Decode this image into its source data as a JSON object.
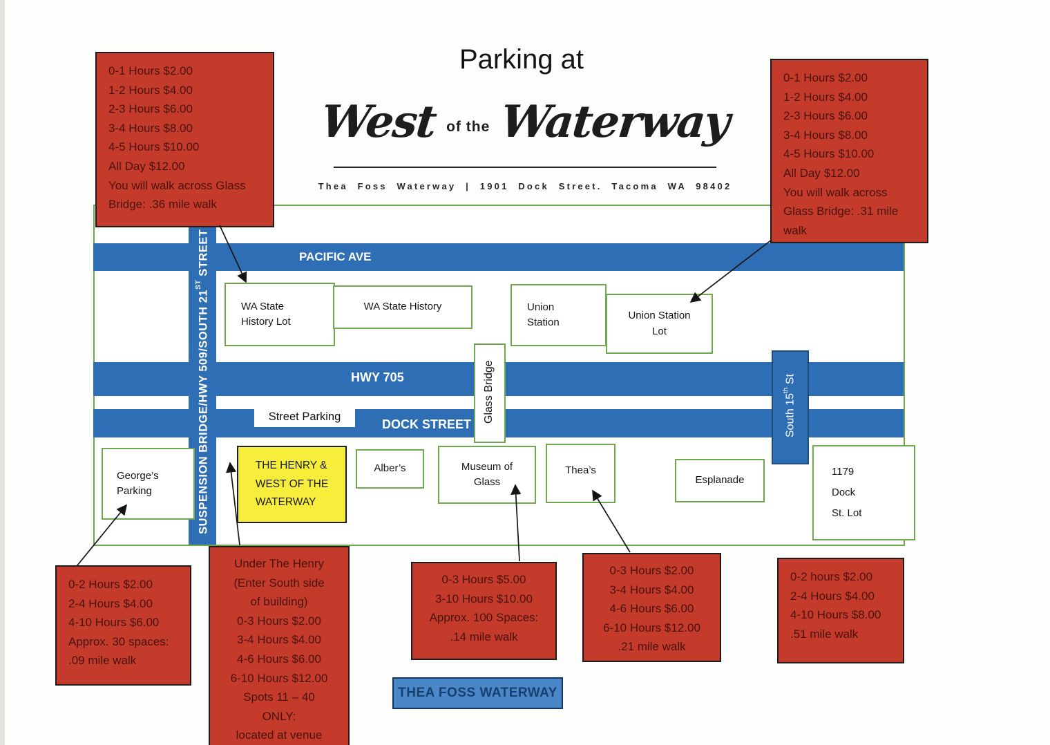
{
  "header": {
    "title": "Parking at",
    "logo": {
      "west": "West",
      "of_the": "of the",
      "waterway": "Waterway"
    },
    "tagline": "Thea Foss Waterway | 1901 Dock Street. Tacoma WA 98402"
  },
  "streets": {
    "pacific_ave": "PACIFIC AVE",
    "hwy_705": "HWY 705",
    "dock_street": "DOCK STREET",
    "street_parking": "Street Parking",
    "suspension": {
      "pre": "SUSPENSION BRIDGE/HWY 509/SOUTH 21",
      "sup": "ST",
      "post": " STREET"
    },
    "south_15th": {
      "pre": "South 15",
      "sup": "th",
      "post": " St"
    },
    "glass_bridge": "Glass Bridge",
    "thea_foss_waterway": "THEA FOSS WATERWAY"
  },
  "venues": {
    "wa_state_history_lot": [
      "WA State",
      "History Lot"
    ],
    "wa_state_history": [
      "WA State History"
    ],
    "union_station": [
      "Union",
      "Station"
    ],
    "union_station_lot": [
      "Union Station",
      "Lot"
    ],
    "georges_parking": [
      "George’s",
      "Parking"
    ],
    "the_henry": [
      "THE HENRY &",
      "WEST OF THE",
      "WATERWAY"
    ],
    "albers": [
      "Alber’s"
    ],
    "museum_of_glass": [
      "Museum of",
      "Glass"
    ],
    "theas": [
      "Thea’s"
    ],
    "esplanade": [
      "Esplanade"
    ],
    "dock_st_lot_1179": [
      "1179",
      "Dock",
      "St. Lot"
    ]
  },
  "price_boxes": {
    "wa_state_history_lot": [
      "0-1 Hours $2.00",
      "1-2 Hours $4.00",
      "2-3 Hours $6.00",
      "3-4 Hours $8.00",
      "4-5 Hours $10.00",
      "All Day $12.00",
      "You will walk across Glass",
      "Bridge:  .36 mile walk"
    ],
    "union_station_lot": [
      "0-1 Hours $2.00",
      "1-2 Hours $4.00",
      "2-3 Hours $6.00",
      "3-4 Hours $8.00",
      "4-5 Hours $10.00",
      "All Day $12.00",
      "You will walk across",
      "Glass Bridge: .31 mile",
      "walk"
    ],
    "georges_parking": [
      "0-2 Hours $2.00",
      "2-4 Hours $4.00",
      "4-10 Hours $6.00",
      "Approx. 30 spaces:",
      ".09 mile walk"
    ],
    "under_the_henry": [
      "Under The Henry",
      "(Enter South side",
      "of building)",
      "0-3 Hours $2.00",
      "3-4 Hours $4.00",
      "4-6 Hours $6.00",
      "6-10 Hours $12.00",
      "Spots 11 – 40",
      "ONLY:",
      "located at venue"
    ],
    "museum_of_glass": [
      "0-3 Hours $5.00",
      "3-10 Hours $10.00",
      "Approx. 100 Spaces:",
      ".14 mile walk"
    ],
    "theas": [
      "0-3 Hours $2.00",
      "3-4 Hours $4.00",
      "4-6 Hours $6.00",
      "6-10 Hours $12.00",
      ".21 mile walk"
    ],
    "dock_st_lot_1179": [
      "0-2 hours $2.00",
      "2-4 Hours $4.00",
      "4-10 Hours $8.00",
      ".51 mile walk"
    ]
  },
  "colors": {
    "street_blue": "#2e6eb4",
    "price_red": "#c43b2b",
    "venue_border_green": "#6fa84e",
    "henry_yellow": "#f7ee3c",
    "waterway_blue": "#4a87c8",
    "waterway_border": "#16365c"
  }
}
